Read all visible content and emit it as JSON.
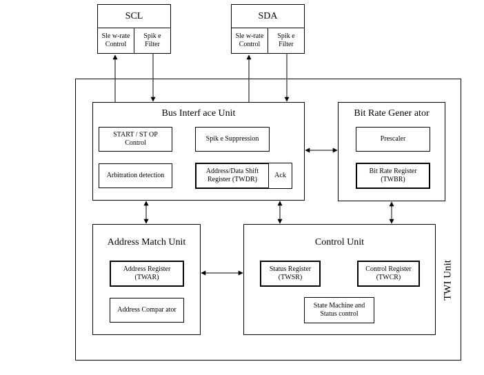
{
  "pins": {
    "scl": {
      "name": "SCL",
      "slew": "Sle w-rate\nControl",
      "spike": "Spik e\nFilter"
    },
    "sda": {
      "name": "SDA",
      "slew": "Sle w-rate\nControl",
      "spike": "Spik e\nFilter"
    }
  },
  "twi_unit": {
    "label": "TWI Unit"
  },
  "bus_interface": {
    "title": "Bus Interf ace Unit",
    "start_stop": "START / ST OP\nControl",
    "spike_suppression": "Spik e Suppression",
    "arbitration": "Arbitration detection",
    "shift_register": "Address/Data Shift\nRegister (TWDR)",
    "ack": "Ack"
  },
  "bit_rate": {
    "title": "Bit Rate Gener  ator",
    "prescaler": "Prescaler",
    "register": "Bit Rate Register\n(TWBR)"
  },
  "address_match": {
    "title": "Address Match Unit",
    "register": "Address Register\n(TWAR)",
    "comparator": "Address Compar  ator"
  },
  "control_unit": {
    "title": "Control Unit",
    "status_register": "Status Register\n(TWSR)",
    "control_register": "Control Register\n(TWCR)",
    "state_machine": "State Machine and\nStatus control"
  }
}
